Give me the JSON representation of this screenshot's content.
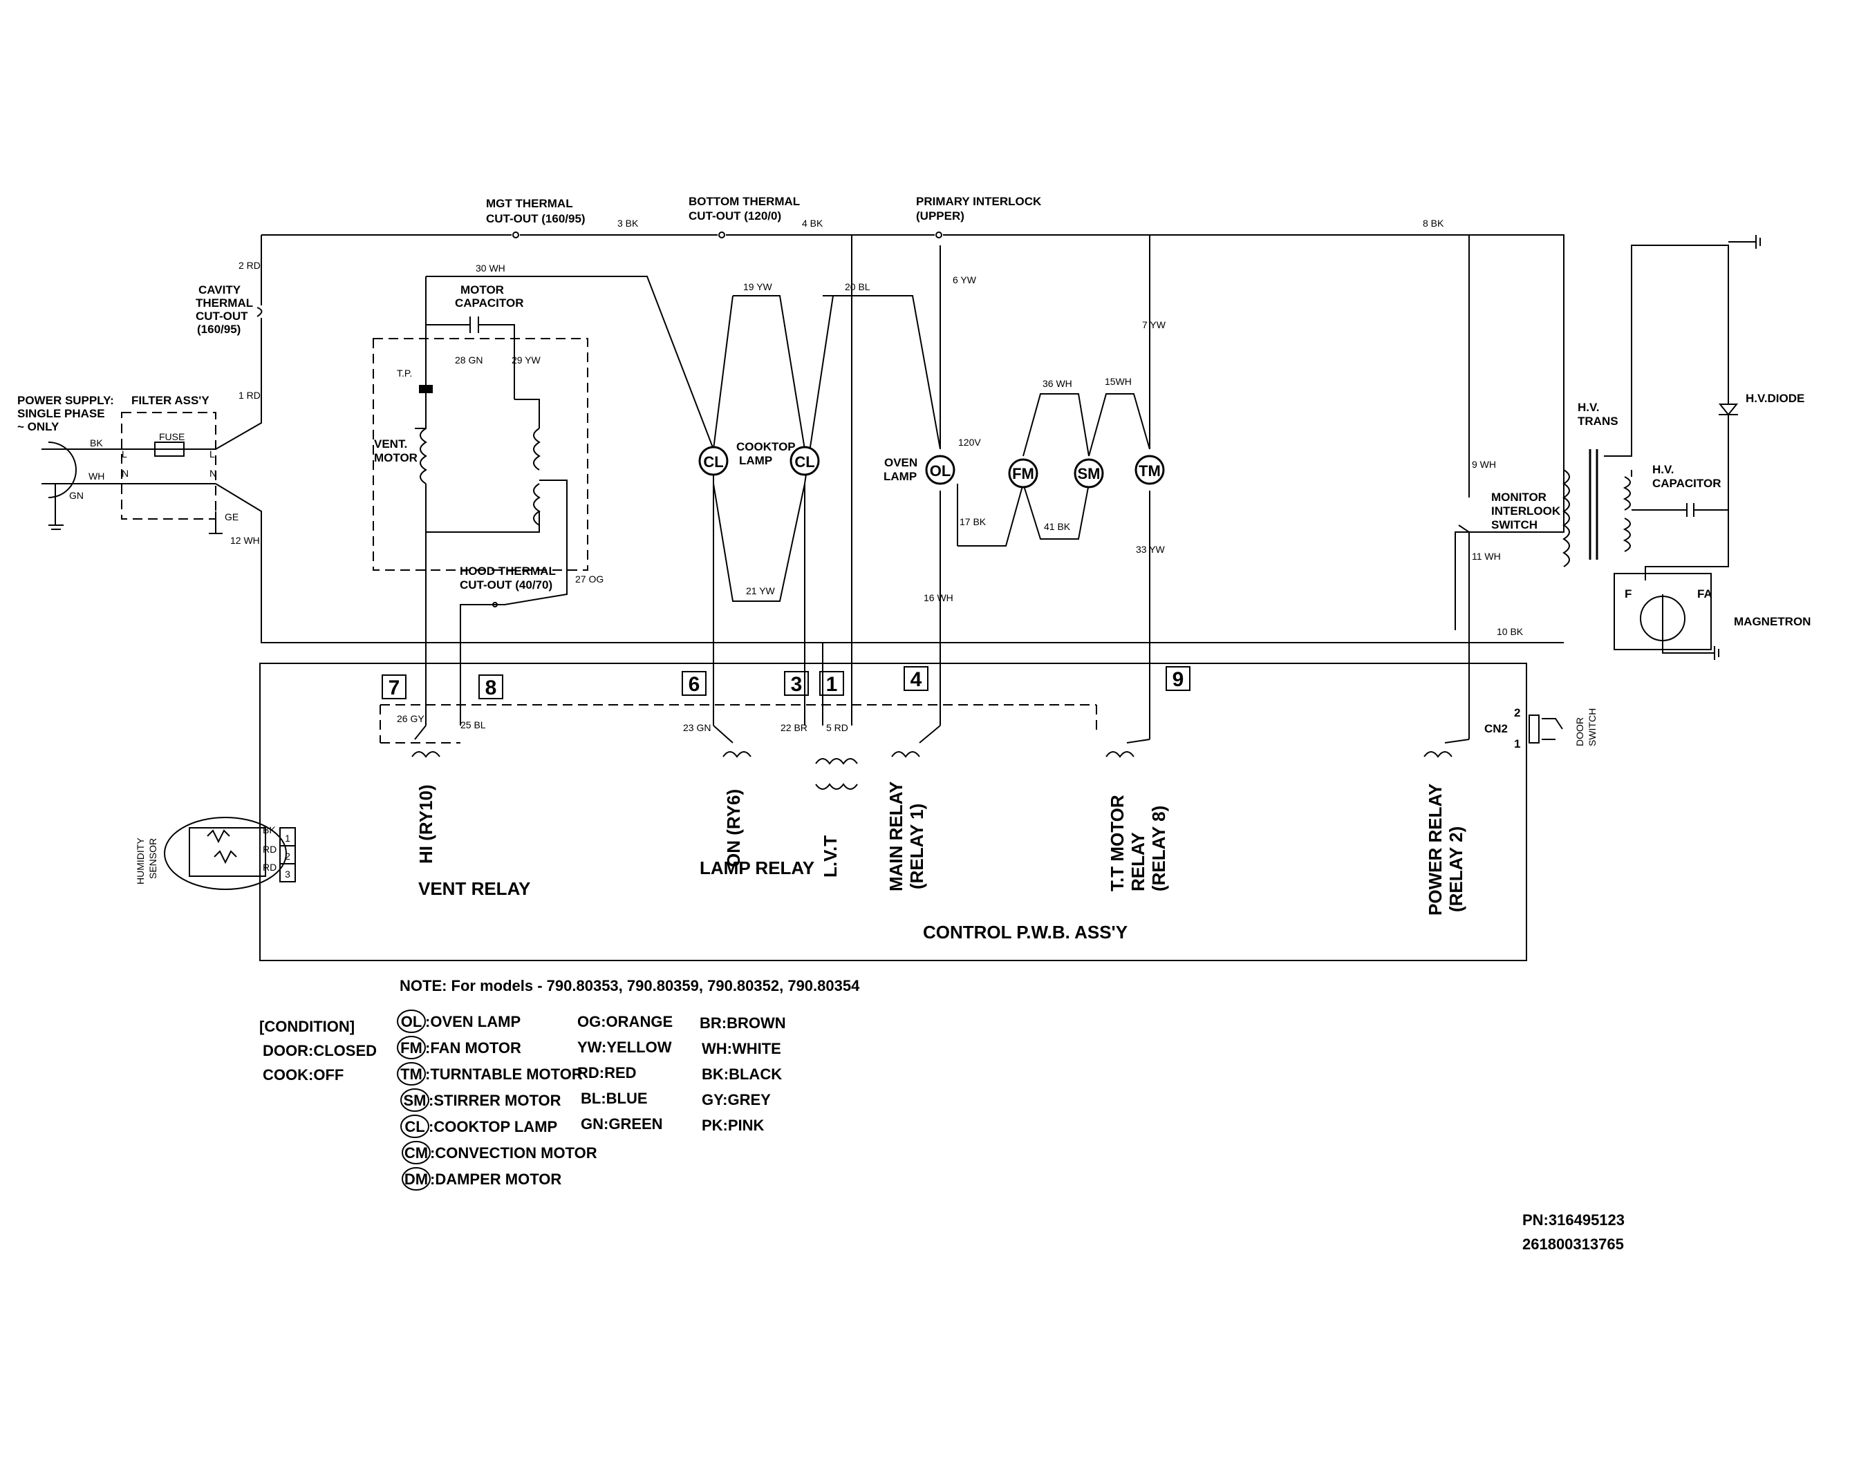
{
  "labels": {
    "mgt_thermal_1": "MGT THERMAL",
    "mgt_thermal_2": "CUT-OUT (160/95)",
    "bottom_thermal_1": "BOTTOM THERMAL",
    "bottom_thermal_2": "CUT-OUT (120/0)",
    "primary_interlock_1": "PRIMARY INTERLOCK",
    "primary_interlock_2": "(UPPER)",
    "cavity_1": "CAVITY",
    "cavity_2": "THERMAL",
    "cavity_3": "CUT-OUT",
    "cavity_4": "(160/95)",
    "power_supply_1": "POWER SUPPLY:",
    "power_supply_2": "SINGLE PHASE",
    "power_supply_3": "~ ONLY",
    "filter_assy": "FILTER ASS'Y",
    "fuse": "FUSE",
    "motor_capacitor_1": "MOTOR",
    "motor_capacitor_2": "CAPACITOR",
    "tp": "T.P.",
    "vent_motor_1": "VENT.",
    "vent_motor_2": "MOTOR",
    "hood_thermal_1": "HOOD THERMAL",
    "hood_thermal_2": "CUT-OUT (40/70)",
    "cooktop_lamp_1": "COOKTOP",
    "cooktop_lamp_2": "LAMP",
    "oven_lamp_1": "OVEN",
    "oven_lamp_2": "LAMP",
    "v120": "120V",
    "hv_trans_1": "H.V.",
    "hv_trans_2": "TRANS",
    "hv_capacitor_1": "H.V.",
    "hv_capacitor_2": "CAPACITOR",
    "hv_diode": "H.V.DIODE",
    "monitor_1": "MONITOR",
    "monitor_2": "INTERLOOK",
    "monitor_3": "SWITCH",
    "magnetron": "MAGNETRON",
    "f": "F",
    "fa": "FA",
    "cn2": "CN2",
    "door_switch_1": "DOOR",
    "door_switch_2": "SWITCH",
    "humidity_1": "HUMIDITY",
    "humidity_2": "SENSOR",
    "ge": "GE",
    "l": "L",
    "n": "N",
    "pin_1": "1",
    "pin_2": "2"
  },
  "components": {
    "cl": "CL",
    "ol": "OL",
    "fm": "FM",
    "sm": "SM",
    "tm": "TM"
  },
  "wires": {
    "w1": "1 RD",
    "w2": "2 RD",
    "w3": "3 BK",
    "w4": "4 BK",
    "w5": "5 RD",
    "w6": "6 YW",
    "w7": "7 YW",
    "w8": "8 BK",
    "w9": "9 WH",
    "w10": "10 BK",
    "w11": "11 WH",
    "w12": "12 WH",
    "w15": "15WH",
    "w16": "16 WH",
    "w17": "17 BK",
    "w19": "19 YW",
    "w20": "20 BL",
    "w21": "21 YW",
    "w22": "22 BR",
    "w23": "23 GN",
    "w25": "25 BL",
    "w26": "26 GY",
    "w27": "27 OG",
    "w28": "28 GN",
    "w29": "29 YW",
    "w30": "30 WH",
    "w33": "33 YW",
    "w36": "36 WH",
    "w41": "41 BK",
    "bk": "BK",
    "wh": "WH",
    "gn": "GN",
    "rd": "RD"
  },
  "connectors": [
    "7",
    "8",
    "6",
    "3",
    "1",
    "4",
    "9"
  ],
  "sensor_pins": [
    "1",
    "2",
    "3"
  ],
  "relays": {
    "hi": "HI (RY10)",
    "on": "ON (RY6)",
    "lvt": "L.V.T",
    "main_1": "MAIN RELAY",
    "main_2": "(RELAY 1)",
    "tt_1": "T.T MOTOR",
    "tt_2": "RELAY",
    "tt_3": "(RELAY 8)",
    "power_1": "POWER RELAY",
    "power_2": "(RELAY 2)",
    "vent_relay": "VENT RELAY",
    "lamp_relay": "LAMP RELAY",
    "control_pwb": "CONTROL P.W.B. ASS'Y"
  },
  "note": "NOTE: For models  - 790.80353,  790.80359, 790.80352, 790.80354",
  "condition": {
    "title": "[CONDITION]",
    "door": "DOOR:CLOSED",
    "cook": "COOK:OFF"
  },
  "legend_components": [
    {
      "abbr": "OL",
      "text": ":OVEN LAMP"
    },
    {
      "abbr": "FM",
      "text": ":FAN MOTOR"
    },
    {
      "abbr": "TM",
      "text": ":TURNTABLE MOTOR"
    },
    {
      "abbr": "SM",
      "text": ":STIRRER MOTOR"
    },
    {
      "abbr": "CL",
      "text": ":COOKTOP LAMP"
    },
    {
      "abbr": "CM",
      "text": ":CONVECTION MOTOR"
    },
    {
      "abbr": "DM",
      "text": ":DAMPER MOTOR"
    }
  ],
  "legend_colors_1": [
    "OG:ORANGE",
    "YW:YELLOW",
    "RD:RED",
    "BL:BLUE",
    "GN:GREEN"
  ],
  "legend_colors_2": [
    "BR:BROWN",
    "WH:WHITE",
    "BK:BLACK",
    "GY:GREY",
    "PK:PINK"
  ],
  "part_numbers": {
    "pn": "PN:316495123",
    "code": "261800313765"
  }
}
